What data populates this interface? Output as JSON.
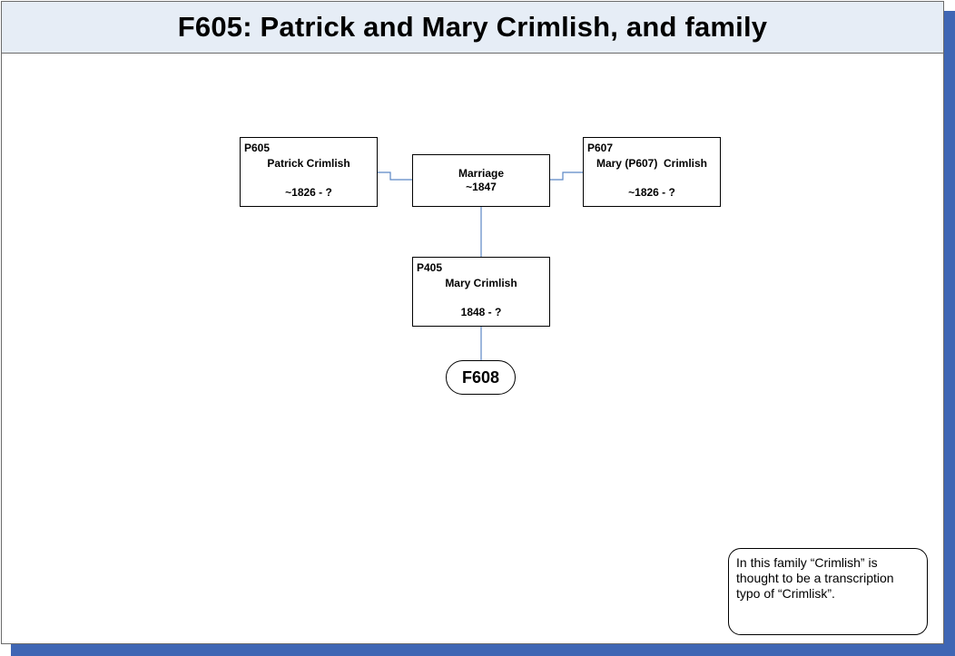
{
  "header": {
    "title": "F605: Patrick and Mary Crimlish, and family"
  },
  "persons": [
    {
      "id": "P605",
      "name": "Patrick Crimlish",
      "dates": "~1826 - ?"
    },
    {
      "id": "P607",
      "name": "Mary (P607)  Crimlish",
      "dates": "~1826 - ?"
    },
    {
      "id": "P405",
      "name": "Mary Crimlish",
      "dates": "1848 - ?"
    }
  ],
  "marriage": {
    "label": "Marriage",
    "date": "~1847"
  },
  "family_link": {
    "label": "F608"
  },
  "note": {
    "text": "In this family “Crimlish” is thought to be a transcription typo of “Crimlisk”."
  },
  "colors": {
    "connector": "#5b87c5",
    "shadow": "#3f66b4",
    "header_bg": "#e6edf6"
  }
}
